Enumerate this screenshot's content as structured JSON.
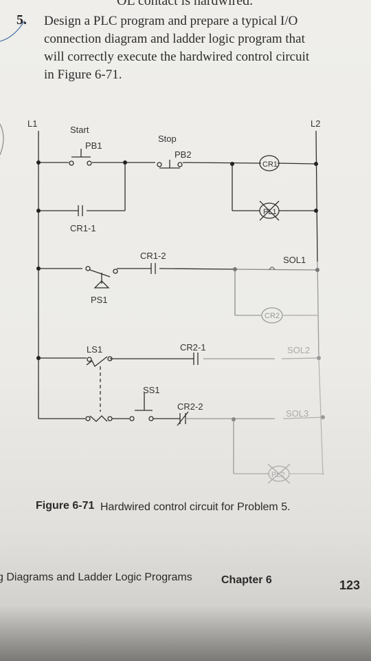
{
  "header": {
    "partial_line": "OL contact is hardwired.",
    "problem_number": "5.",
    "problem_lines": [
      "Design a PLC program and prepare a typical I/O",
      "connection diagram and ladder logic program that",
      "will correctly execute the hardwired control circuit",
      "in Figure 6-71."
    ]
  },
  "diagram": {
    "rails": {
      "left": "L1",
      "right": "L2"
    },
    "labels": {
      "start": "Start",
      "pb1": "PB1",
      "stop": "Stop",
      "pb2": "PB2",
      "cr1": "CR1",
      "pl1": "PL1",
      "cr1_1": "CR1-1",
      "cr1_2": "CR1-2",
      "sol1": "SOL1",
      "ps1": "PS1",
      "cr2": "CR2",
      "ls1": "LS1",
      "cr2_1": "CR2-1",
      "sol2": "SOL2",
      "ss1": "SS1",
      "cr2_2": "CR2-2",
      "sol3": "SOL3",
      "pl2": "PL2"
    }
  },
  "caption": {
    "figure_number": "Figure 6-71",
    "text": "Hardwired control circuit for Problem 5."
  },
  "footer": {
    "left_text": "g Diagrams and Ladder Logic Programs",
    "chapter": "Chapter 6",
    "page_number": "123"
  }
}
